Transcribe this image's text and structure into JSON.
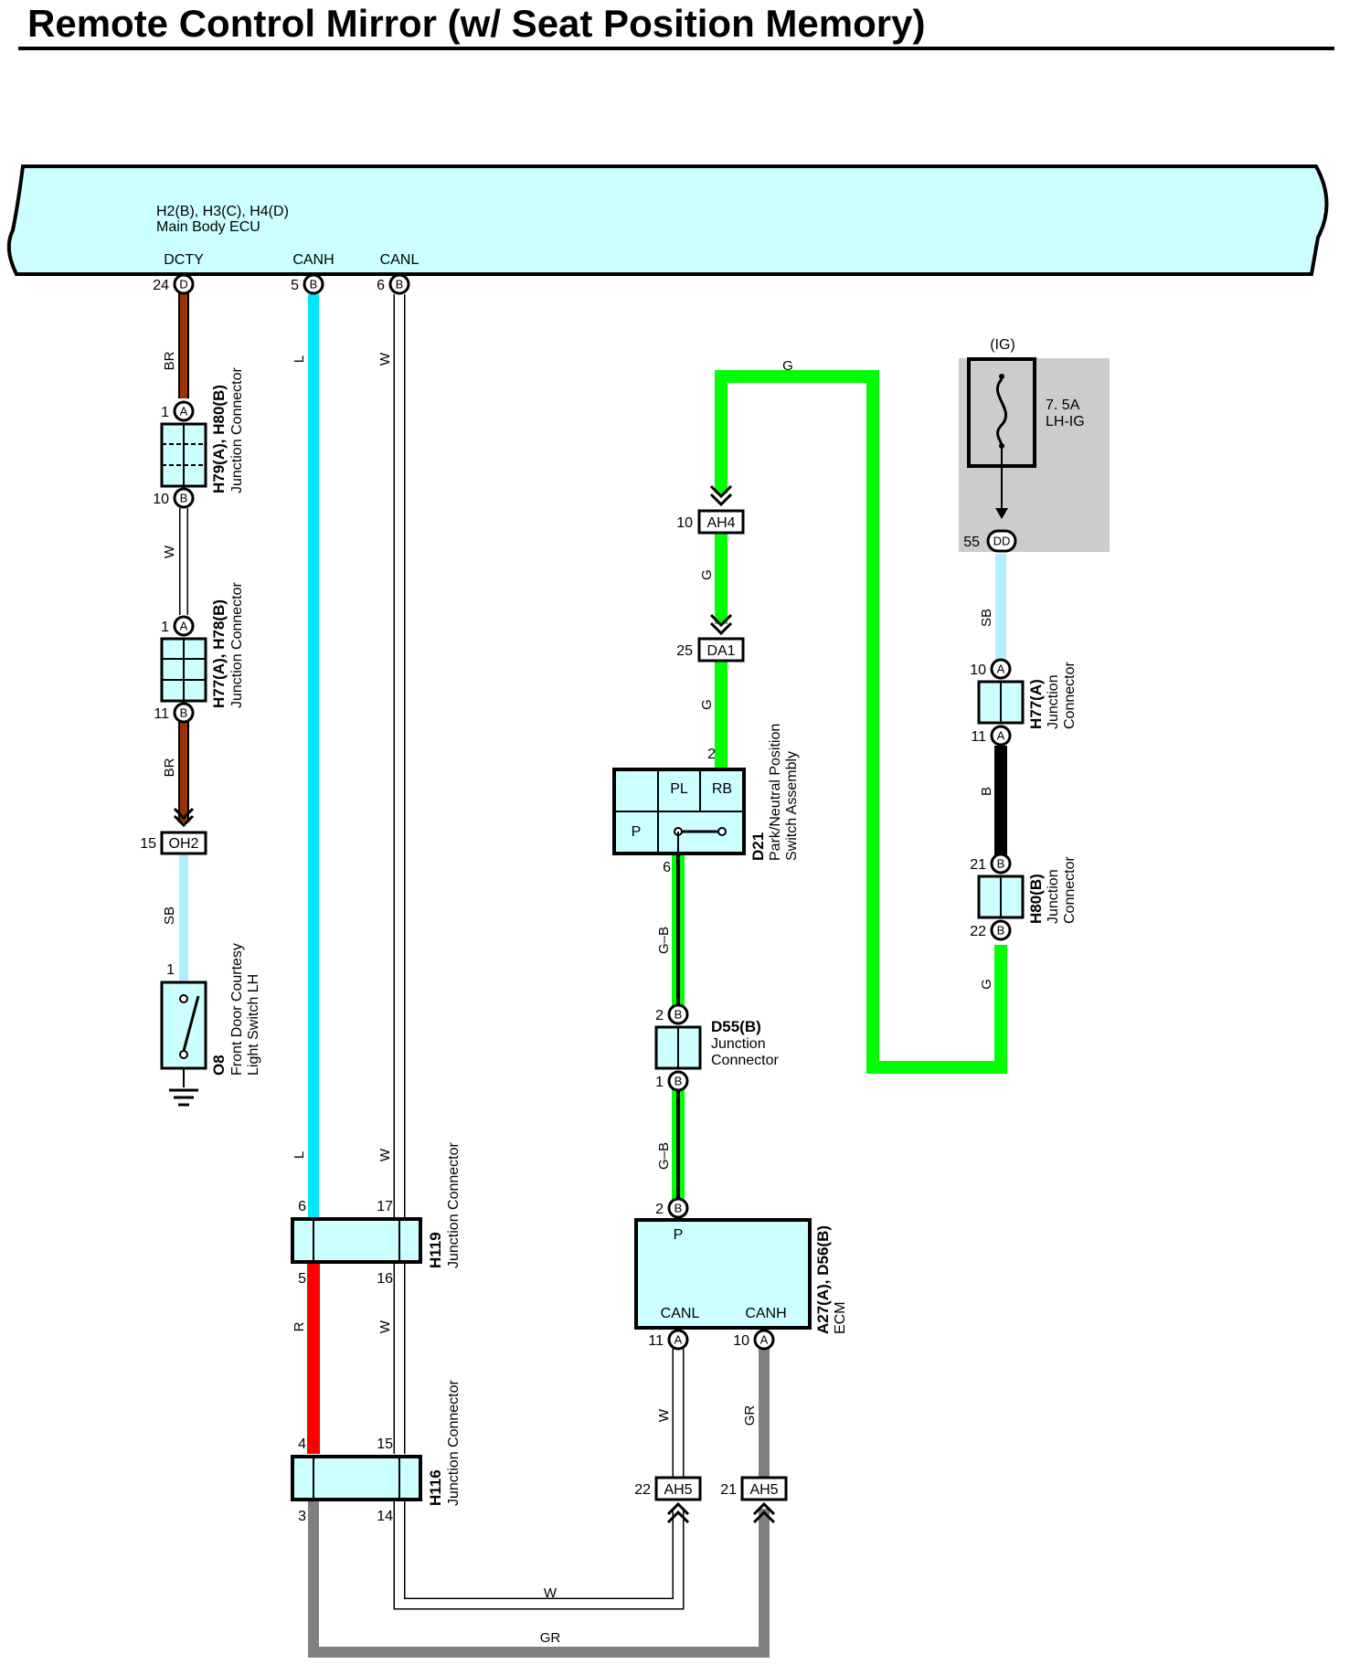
{
  "title": "Remote Control Mirror (w/ Seat Position Memory)",
  "colors": {
    "ecu_fill": "#ccffff",
    "wire_BR": "#993300",
    "wire_L": "#00e6ff",
    "wire_SB": "#b3f0ff",
    "wire_G": "#00ff00",
    "wire_B": "#000000",
    "wire_R": "#ff0000",
    "wire_GR": "#808080",
    "wire_W": "#ffffff",
    "fuse_box": "#cccccc"
  },
  "main_ecu": {
    "code": "H2(B), H3(C), H4(D)",
    "name": "Main Body ECU",
    "terminals": [
      {
        "name": "DCTY",
        "pin": "24",
        "conn": "D"
      },
      {
        "name": "CANH",
        "pin": "5",
        "conn": "B"
      },
      {
        "name": "CANL",
        "pin": "6",
        "conn": "B"
      }
    ]
  },
  "junction_h79": {
    "code": "H79(A), H80(B)",
    "name": "Junction Connector",
    "pin_top": "1",
    "conn_top": "A",
    "pin_bottom": "10",
    "conn_bottom": "B"
  },
  "junction_h77b": {
    "code": "H77(A), H78(B)",
    "name": "Junction Connector",
    "pin_top": "1",
    "conn_top": "A",
    "pin_bottom": "11",
    "conn_bottom": "B"
  },
  "connector_oh2": {
    "code": "OH2",
    "pin": "15"
  },
  "switch_o8": {
    "code": "O8",
    "name_line1": "Front Door Courtesy",
    "name_line2": "Light Switch LH",
    "pin": "1"
  },
  "junction_h119": {
    "code": "H119",
    "name": "Junction Connector",
    "pin_tl": "6",
    "pin_tr": "17",
    "pin_bl": "5",
    "pin_br": "16"
  },
  "junction_h116": {
    "code": "H116",
    "name": "Junction Connector",
    "pin_tl": "4",
    "pin_tr": "15",
    "pin_bl": "3",
    "pin_br": "14"
  },
  "connector_ah4": {
    "code": "AH4",
    "pin": "10"
  },
  "connector_da1": {
    "code": "DA1",
    "pin": "25"
  },
  "switch_d21": {
    "code": "D21",
    "name_line1": "Park/Neutral Position",
    "name_line2": "Switch Assembly",
    "labels": [
      "PL",
      "RB",
      "P"
    ],
    "pin_top": "2",
    "pin_bottom": "6"
  },
  "junction_d55": {
    "code": "D55(B)",
    "name_line1": "Junction",
    "name_line2": "Connector",
    "pin_top": "2",
    "pin_bottom": "1",
    "conn": "B"
  },
  "ecm": {
    "code": "A27(A), D56(B)",
    "name": "ECM",
    "label_p": "P",
    "label_canl": "CANL",
    "label_canh": "CANH",
    "pin_p": "2",
    "conn_p": "B",
    "pin_canl": "11",
    "pin_canh": "10",
    "conn_can": "A"
  },
  "connector_ah5_left": {
    "code": "AH5",
    "pin": "22"
  },
  "connector_ah5_right": {
    "code": "AH5",
    "pin": "21"
  },
  "fuse": {
    "group": "(IG)",
    "rating": "7. 5A",
    "name": "LH-IG",
    "pin": "55",
    "conn": "DD"
  },
  "junction_h77a": {
    "code": "H77(A)",
    "name_line1": "Junction",
    "name_line2": "Connector",
    "pin_top": "10",
    "pin_bottom": "11",
    "conn": "A"
  },
  "junction_h80b": {
    "code": "H80(B)",
    "name_line1": "Junction",
    "name_line2": "Connector",
    "pin_top": "21",
    "pin_bottom": "22",
    "conn": "B"
  },
  "wire_labels": {
    "br1": "BR",
    "w1": "W",
    "br2": "BR",
    "sb1": "SB",
    "l_top": "L",
    "w_top": "W",
    "l_bottom": "L",
    "w_mid": "W",
    "r": "R",
    "w_mid2": "W",
    "g_top": "G",
    "g_ah4": "G",
    "g_da1": "G",
    "gb1": "G–B",
    "gb2": "G–B",
    "w_ecm": "W",
    "gr_ecm": "GR",
    "w_bottom": "W",
    "gr_bottom": "GR",
    "sb2": "SB",
    "b": "B",
    "g_right": "G"
  }
}
